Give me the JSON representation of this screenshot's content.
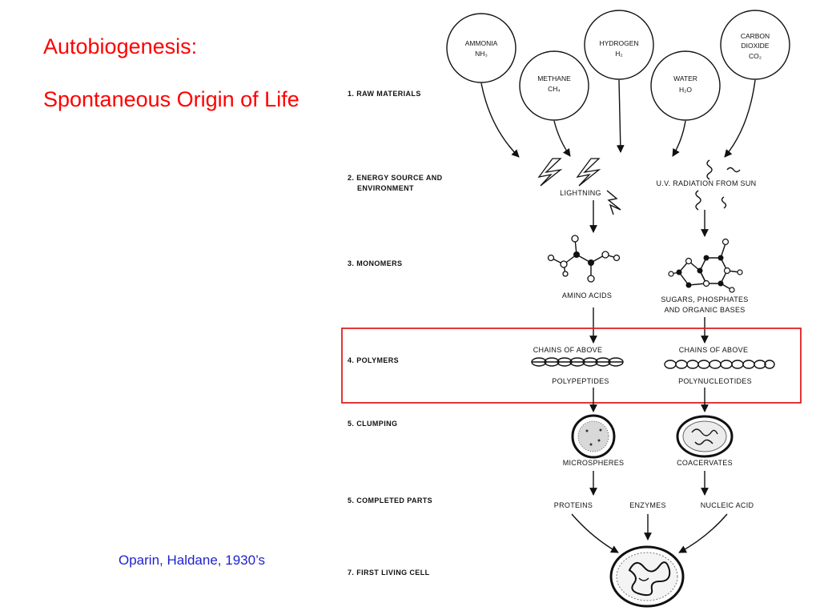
{
  "slide": {
    "title": "Autobiogenesis:",
    "subtitle": "Spontaneous Origin of Life",
    "citation": "Oparin, Haldane, 1930’s"
  },
  "stages": [
    "1. RAW MATERIALS",
    "2. ENERGY SOURCE AND",
    "ENVIRONMENT",
    "3. MONOMERS",
    "4. POLYMERS",
    "5. CLUMPING",
    "5. COMPLETED PARTS",
    "7. FIRST LIVING CELL"
  ],
  "raw_materials": [
    {
      "name": "AMMONIA",
      "formula": "NH₃"
    },
    {
      "name": "METHANE",
      "formula": "CH₄"
    },
    {
      "name": "HYDROGEN",
      "formula": "H₂"
    },
    {
      "name": "WATER",
      "formula": "H₂O"
    },
    {
      "name": "CARBON",
      "name2": "DIOXIDE",
      "formula": "CO₂"
    }
  ],
  "energy": {
    "lightning": "LIGHTNING",
    "uv": "U.V. RADIATION FROM SUN"
  },
  "monomers": {
    "amino": "AMINO ACIDS",
    "sugars_1": "SUGARS, PHOSPHATES",
    "sugars_2": "AND ORGANIC BASES"
  },
  "polymers": {
    "chains_left": "CHAINS OF ABOVE",
    "chains_right": "CHAINS OF ABOVE",
    "left": "POLYPEPTIDES",
    "right": "POLYNUCLEOTIDES",
    "highlight_color": "#e02020"
  },
  "clumping": {
    "left": "MICROSPHERES",
    "right": "COACERVATES"
  },
  "parts": {
    "proteins": "PROTEINS",
    "enzymes": "ENZYMES",
    "nucleic": "NUCLEIC ACID"
  }
}
